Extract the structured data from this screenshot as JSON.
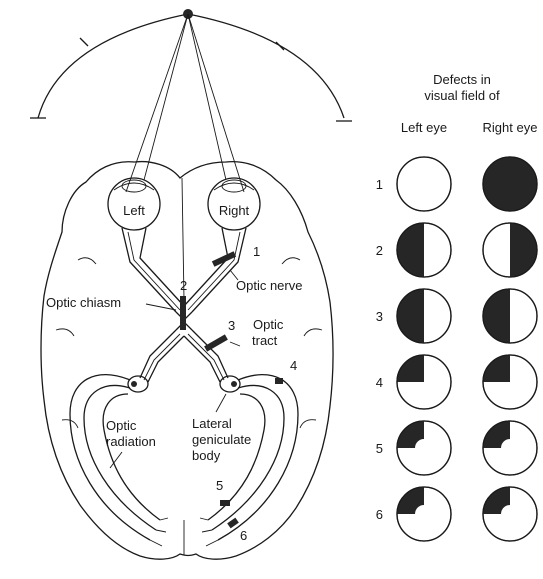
{
  "labels": {
    "eye_left": "Left",
    "eye_right": "Right",
    "optic_nerve": "Optic nerve",
    "optic_chiasm": "Optic chiasm",
    "optic_tract_line1": "Optic",
    "optic_tract_line2": "tract",
    "optic_radiation_line1": "Optic",
    "optic_radiation_line2": "radiation",
    "lgb_line1": "Lateral",
    "lgb_line2": "geniculate",
    "lgb_line3": "body"
  },
  "lesion_markers": [
    "1",
    "2",
    "3",
    "4",
    "5",
    "6"
  ],
  "defects_panel": {
    "title_line1": "Defects in",
    "title_line2": "visual field of",
    "col_left": "Left eye",
    "col_right": "Right eye",
    "rows": [
      {
        "number": "1",
        "left": "none",
        "right": "full"
      },
      {
        "number": "2",
        "left": "left-half",
        "right": "right-half"
      },
      {
        "number": "3",
        "left": "left-half",
        "right": "left-half"
      },
      {
        "number": "4",
        "left": "upper-left-quadrant",
        "right": "upper-left-quadrant"
      },
      {
        "number": "5",
        "left": "upper-left-quadrant-macular-sparing",
        "right": "upper-left-quadrant-macular-sparing"
      },
      {
        "number": "6",
        "left": "upper-left-quadrant-macular-sparing",
        "right": "upper-left-quadrant-macular-sparing"
      }
    ]
  },
  "colors": {
    "ink": "#1a1a1a",
    "fill_dark": "#262626",
    "paper": "#ffffff"
  }
}
